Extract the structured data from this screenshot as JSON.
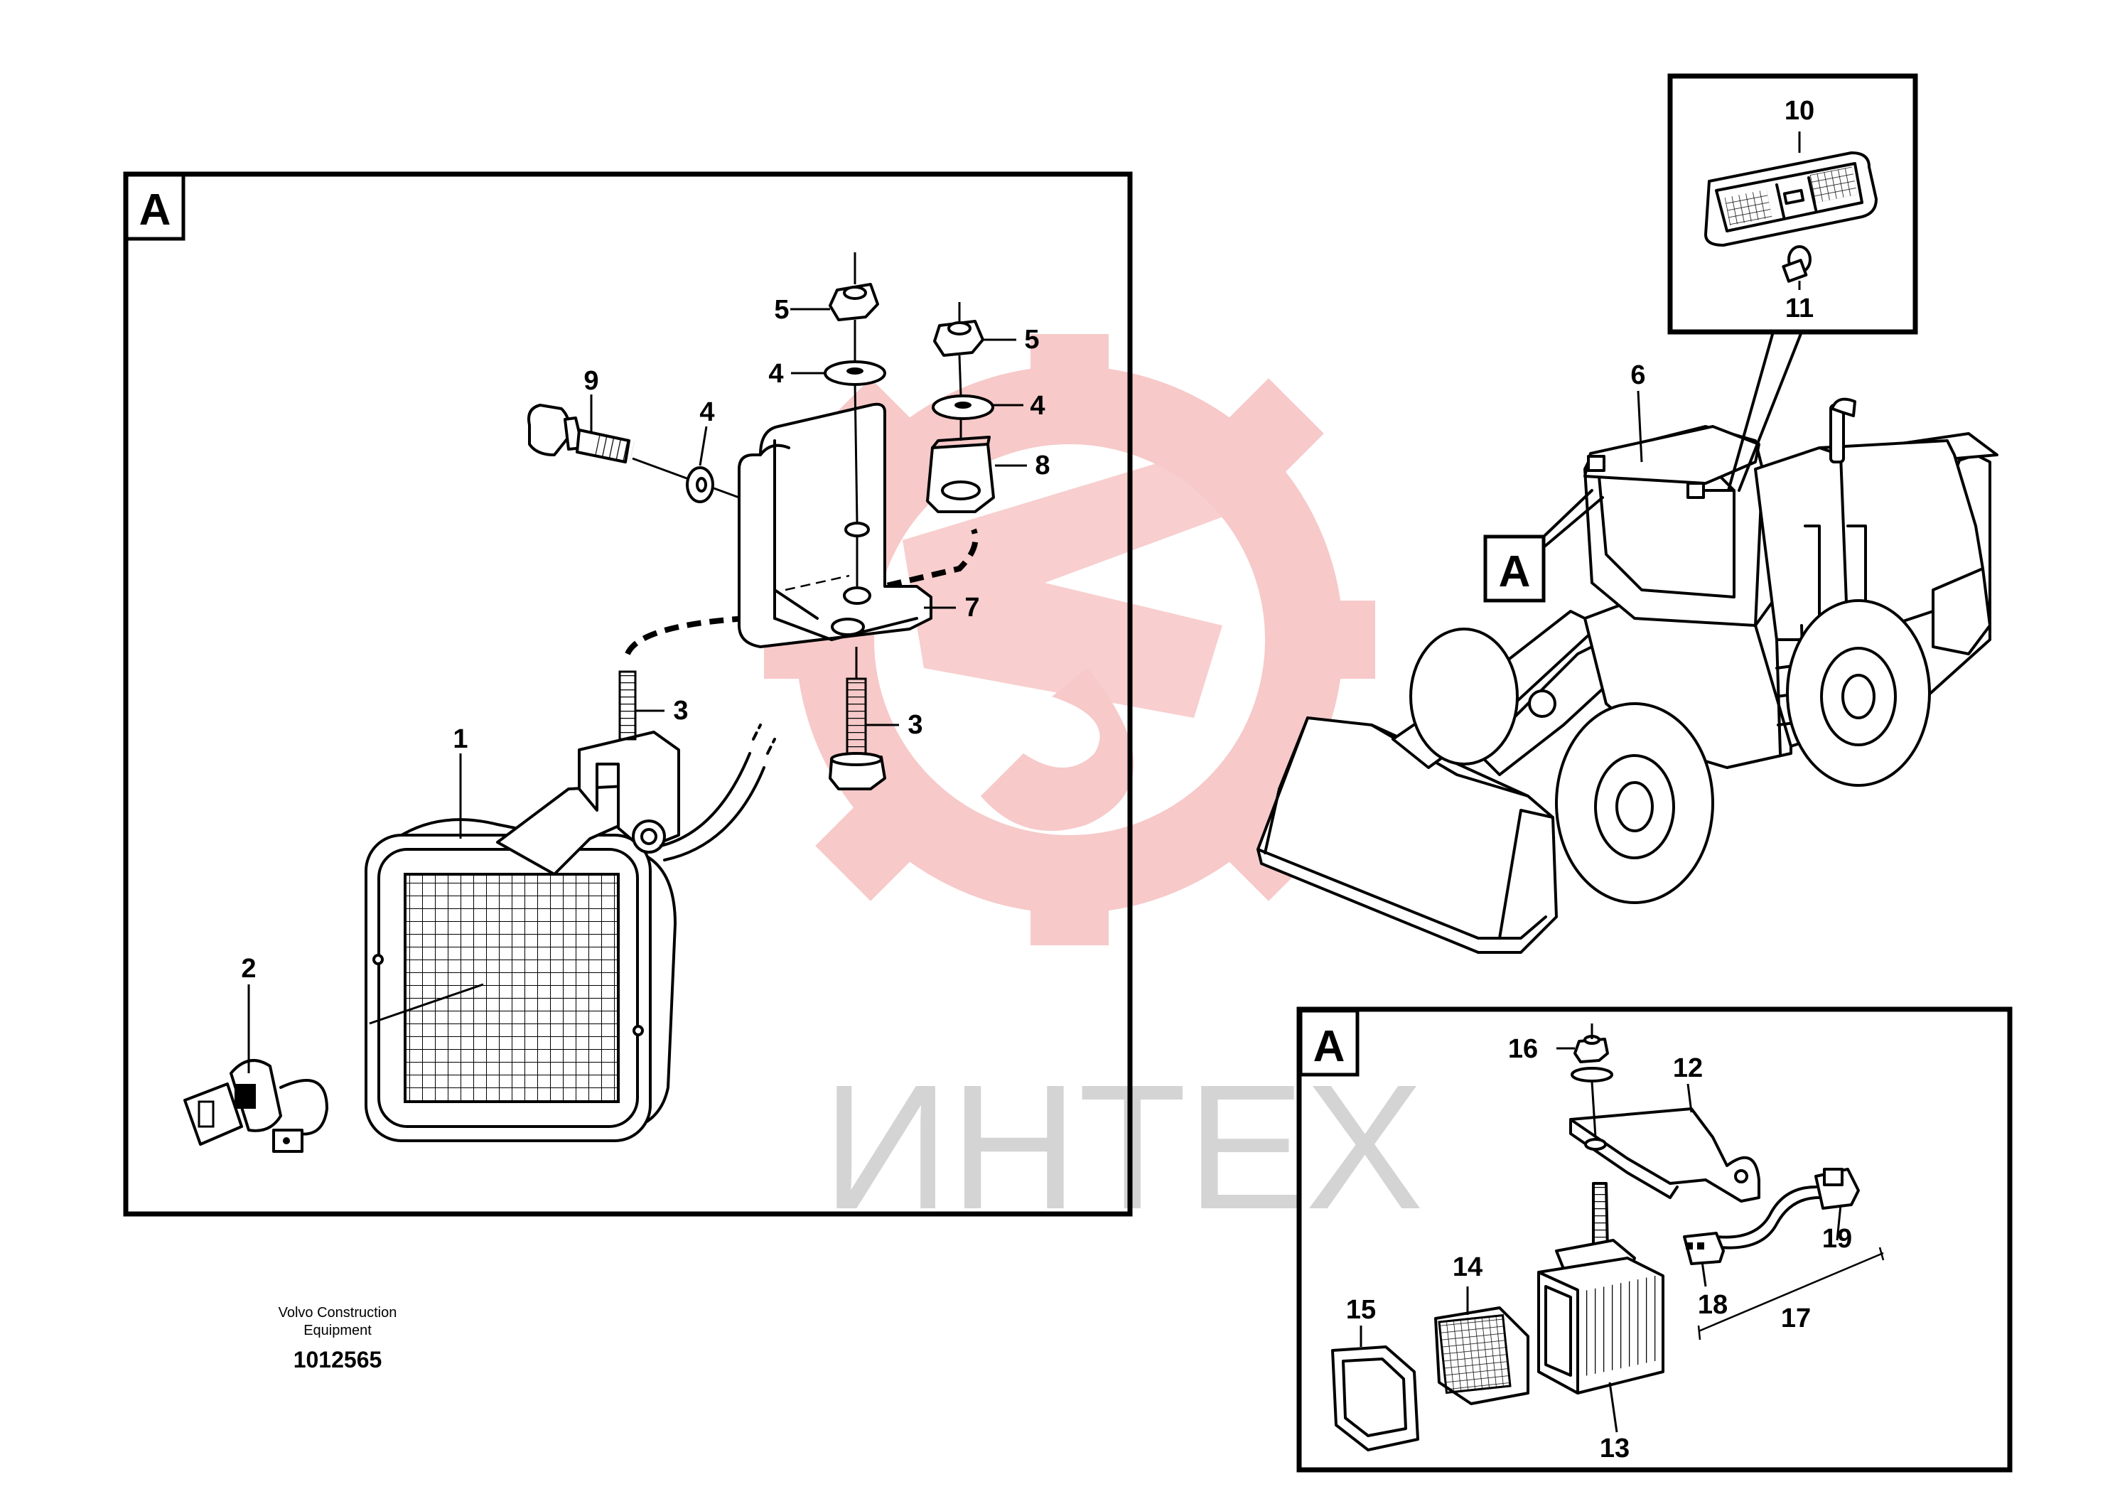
{
  "detail_label": "A",
  "watermark": {
    "text": "ИНТЕХ",
    "gear_color": "#f7c9c9",
    "text_color": "#d4d4d4"
  },
  "callouts": {
    "c1": "1",
    "c2": "2",
    "c3a": "3",
    "c3b": "3",
    "c4a": "4",
    "c4b": "4",
    "c4c": "4",
    "c5a": "5",
    "c5b": "5",
    "c6": "6",
    "c7": "7",
    "c8": "8",
    "c9": "9",
    "c10": "10",
    "c11": "11",
    "c12": "12",
    "c13": "13",
    "c14": "14",
    "c15": "15",
    "c16": "16",
    "c17": "17",
    "c18": "18",
    "c19": "19"
  },
  "caption": {
    "company": "Volvo Construction Equipment",
    "drawing_number": "1012565"
  }
}
